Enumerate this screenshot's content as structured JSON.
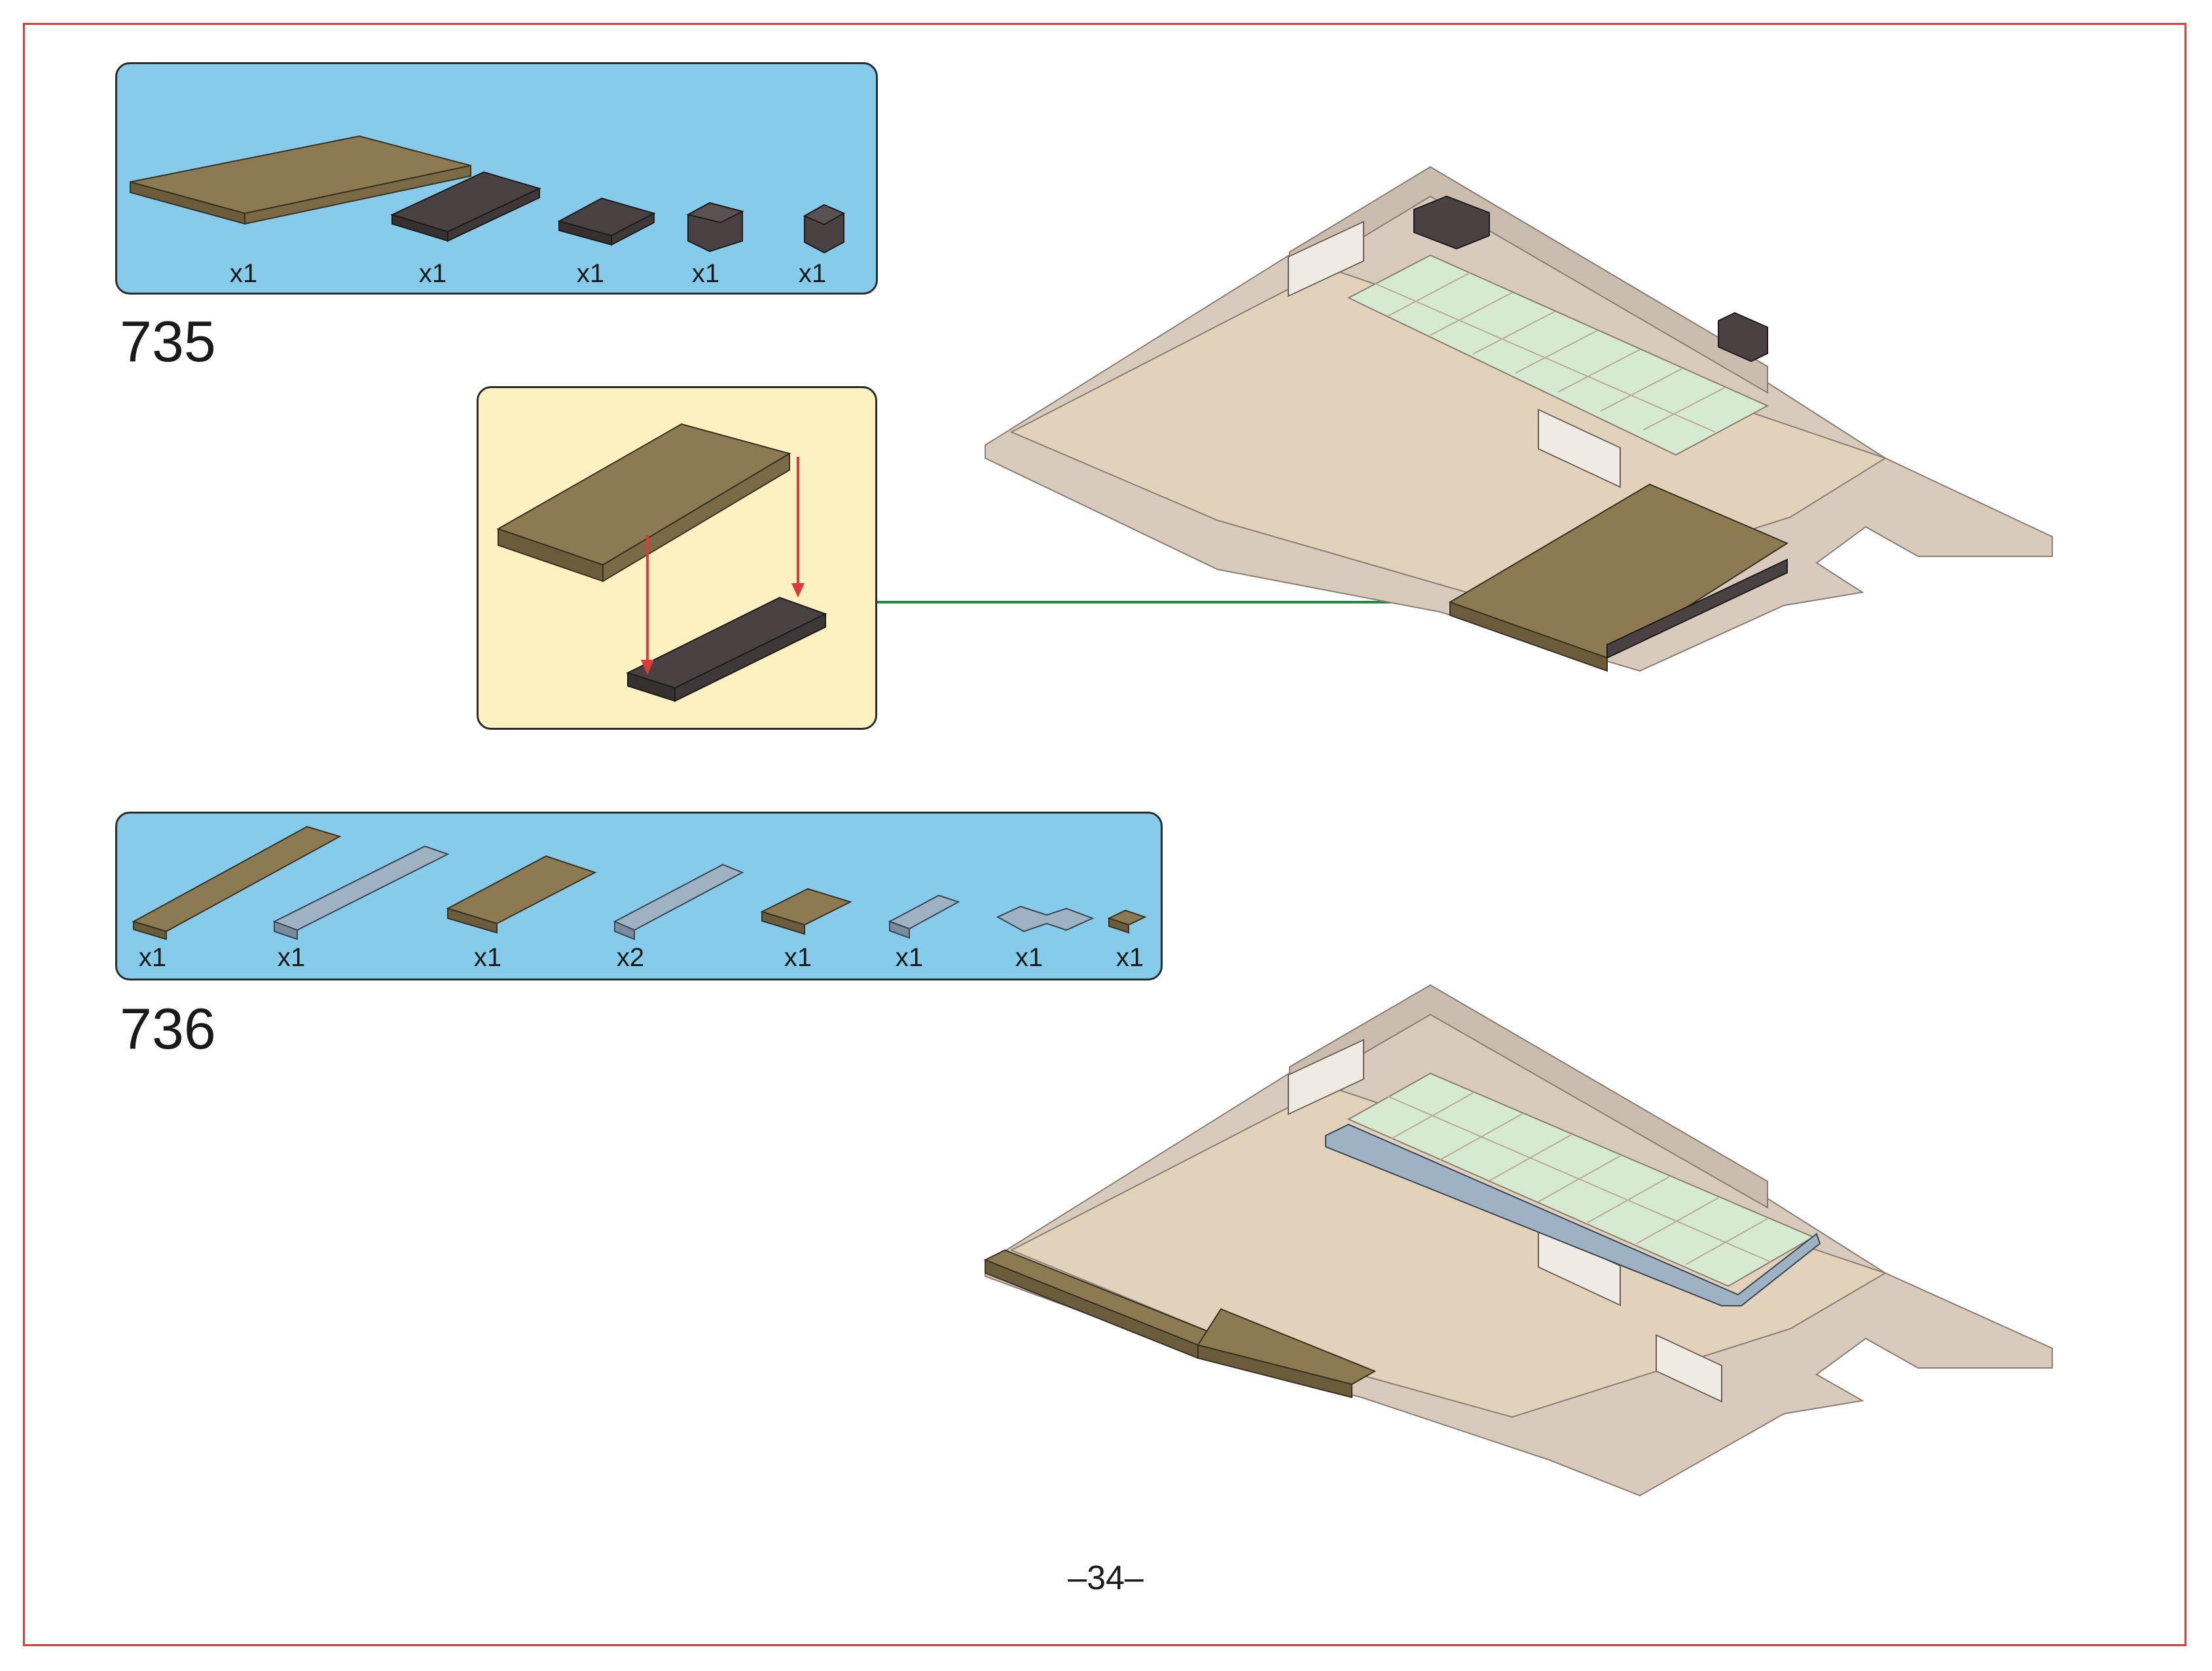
{
  "page_number": "–34–",
  "steps": [
    {
      "number": "735",
      "parts": [
        {
          "icon": "dark-tan-plate-6x10-icon",
          "qty": "x1"
        },
        {
          "icon": "dark-brown-plate-2x6-icon",
          "qty": "x1"
        },
        {
          "icon": "dark-brown-plate-2x3-icon",
          "qty": "x1"
        },
        {
          "icon": "dark-brown-corner-brick-icon",
          "qty": "x1"
        },
        {
          "icon": "dark-brown-brick-1x2-icon",
          "qty": "x1"
        }
      ]
    },
    {
      "number": "736",
      "parts": [
        {
          "icon": "dark-tan-plate-1x8-icon",
          "qty": "x1"
        },
        {
          "icon": "grey-tile-1x8-icon",
          "qty": "x1"
        },
        {
          "icon": "dark-tan-plate-2x6-icon",
          "qty": "x1"
        },
        {
          "icon": "grey-tile-1x6-icon",
          "qty": "x2"
        },
        {
          "icon": "dark-tan-plate-2x3-icon",
          "qty": "x1"
        },
        {
          "icon": "grey-tile-1x3-icon",
          "qty": "x1"
        },
        {
          "icon": "grey-corner-tile-icon",
          "qty": "x1"
        },
        {
          "icon": "dark-tan-plate-1x1-icon",
          "qty": "x1"
        }
      ]
    }
  ],
  "colors": {
    "frame": "#e0393b",
    "parts_panel": "#86cbea",
    "sub_panel": "#fdf1c2",
    "dark_tan": "#8c7a52",
    "dark_brown": "#4a4242",
    "light_grey_tan": "#d8cbbd",
    "tan_floor": "#e2d2bb",
    "mint_tile": "#d6ead2",
    "blue_grey_tile": "#9fb2c4",
    "arrow_red": "#e0393b",
    "arrow_green": "#1f8a3a"
  }
}
